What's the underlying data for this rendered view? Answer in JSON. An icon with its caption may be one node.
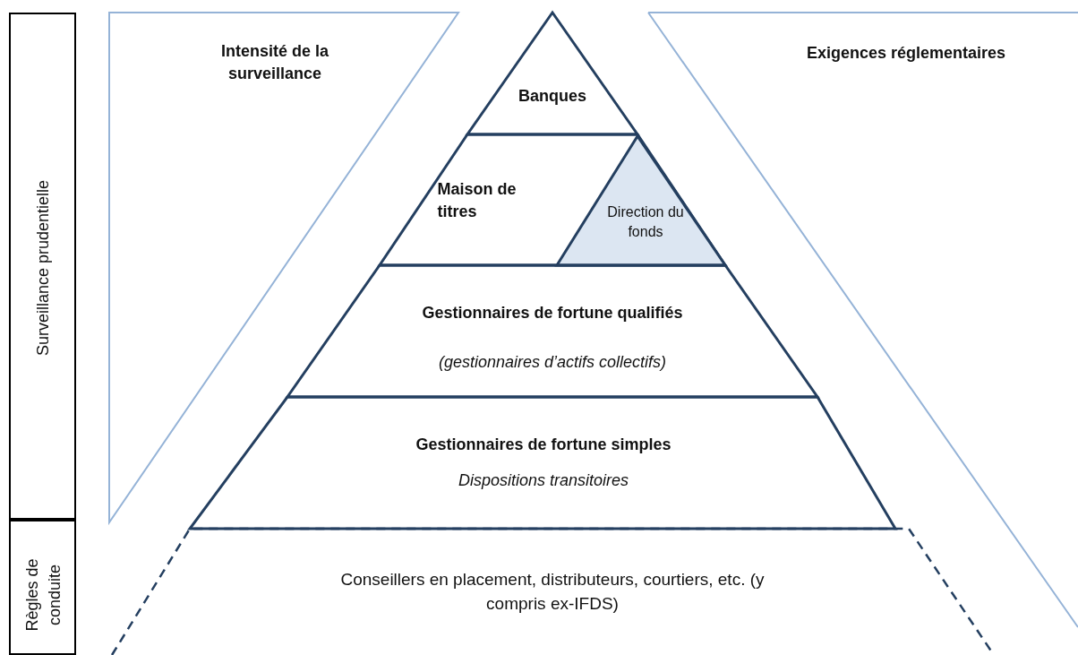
{
  "diagram": {
    "nodes": [
      {
        "text": [
          "Surveillance prudentielle"
        ]
      },
      {
        "text": [
          "Règles de conduite"
        ]
      },
      {
        "text": [
          "Intensité de la surveillance"
        ]
      },
      {
        "text": [
          "Exigences réglementaires"
        ]
      },
      {
        "text": [
          "Banques"
        ]
      },
      {
        "text": [
          "Maison de titres"
        ]
      },
      {
        "text": [
          "Direction du fonds"
        ],
        "in": 5
      },
      {
        "text": [
          "Gestionnaires de fortune qualifiés",
          "(gestionnaires d’actifs collectifs)"
        ]
      },
      {
        "text": [
          "Gestionnaires de fortune simples",
          "Dispositions transitoires"
        ]
      },
      {
        "text": [
          "Conseillers en placement, distributeurs, courtiers, etc. (y compris ex-IFDS)"
        ]
      }
    ]
  }
}
